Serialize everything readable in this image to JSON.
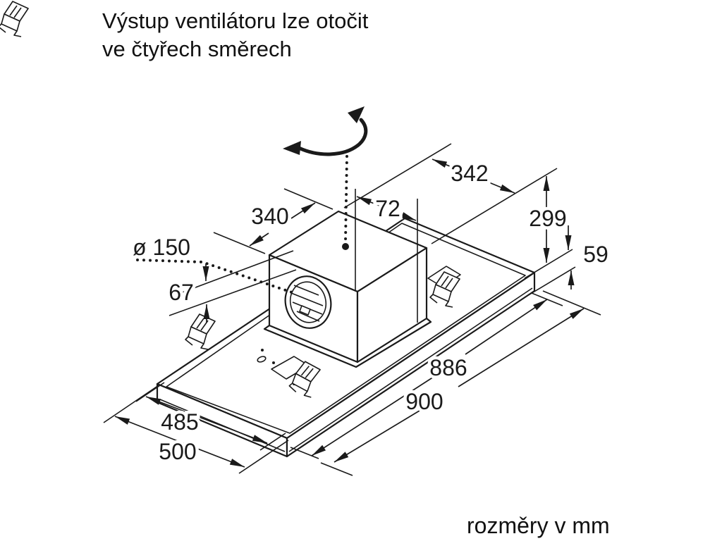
{
  "title": {
    "line1": "Výstup ventilátoru lze otočit",
    "line2": "ve čtyřech směrech"
  },
  "footer": {
    "units_note": "rozměry v mm"
  },
  "diagram": {
    "subject": "ceiling ventilation unit - isometric dimension drawing",
    "colors": {
      "line": "#1a1a1a",
      "background": "#ffffff"
    },
    "icons": {
      "rotation_arrow": "curved-double-arrow",
      "axis_marker": "dotted-line-with-dot"
    },
    "dims": {
      "top_width": "340",
      "top_depth": "342",
      "outlet_offset": "72",
      "total_height": "299",
      "panel_thickness": "59",
      "duct_diameter": "ø 150",
      "duct_offset": "67",
      "inner_length": "886",
      "outer_length": "900",
      "inner_width": "485",
      "outer_width": "500"
    }
  }
}
